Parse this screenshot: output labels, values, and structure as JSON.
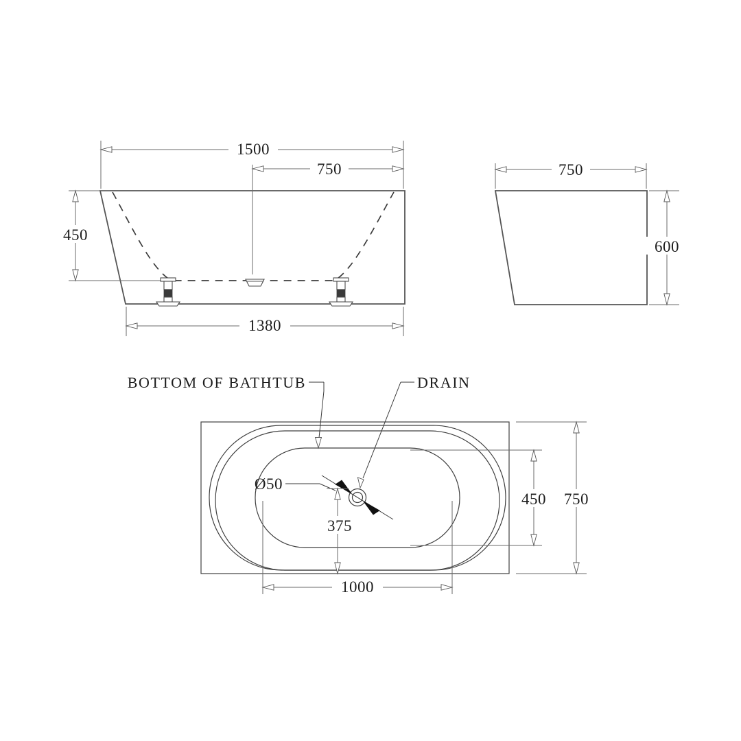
{
  "drawing": {
    "title": "Bathtub Technical Drawing",
    "units": "mm",
    "line_color": "#4d4d4d",
    "text_color": "#1c1c1c",
    "background": "#ffffff"
  },
  "views": {
    "side_elevation": {
      "name": "side-elevation-view",
      "dimensions": {
        "overall_length": "1500",
        "half_length": "750",
        "inner_depth": "450",
        "base_length": "1380"
      }
    },
    "front_elevation": {
      "name": "front-elevation-view",
      "dimensions": {
        "overall_width": "750",
        "overall_height": "600"
      }
    },
    "plan": {
      "name": "plan-view",
      "labels": {
        "bottom_of_bathtub": "BOTTOM OF BATHTUB",
        "drain": "DRAIN"
      },
      "dimensions": {
        "drain_diameter": "Ø50",
        "drain_offset_from_bottom": "375",
        "inner_length": "1000",
        "inner_width": "450",
        "overall_width": "750"
      }
    }
  },
  "annotations": [
    {
      "id": "dim-1500",
      "value": "1500",
      "view": "side-elevation-view"
    },
    {
      "id": "dim-750-side",
      "value": "750",
      "view": "side-elevation-view"
    },
    {
      "id": "dim-450-side",
      "value": "450",
      "view": "side-elevation-view"
    },
    {
      "id": "dim-1380",
      "value": "1380",
      "view": "side-elevation-view"
    },
    {
      "id": "dim-750-front",
      "value": "750",
      "view": "front-elevation-view"
    },
    {
      "id": "dim-600-front",
      "value": "600",
      "view": "front-elevation-view"
    },
    {
      "id": "label-bottom-of-bathtub",
      "value": "BOTTOM OF BATHTUB",
      "view": "plan-view"
    },
    {
      "id": "label-drain",
      "value": "DRAIN",
      "view": "plan-view"
    },
    {
      "id": "dim-d50",
      "value": "Ø50",
      "view": "plan-view"
    },
    {
      "id": "dim-375",
      "value": "375",
      "view": "plan-view"
    },
    {
      "id": "dim-1000",
      "value": "1000",
      "view": "plan-view"
    },
    {
      "id": "dim-450-plan",
      "value": "450",
      "view": "plan-view"
    },
    {
      "id": "dim-750-plan",
      "value": "750",
      "view": "plan-view"
    }
  ]
}
